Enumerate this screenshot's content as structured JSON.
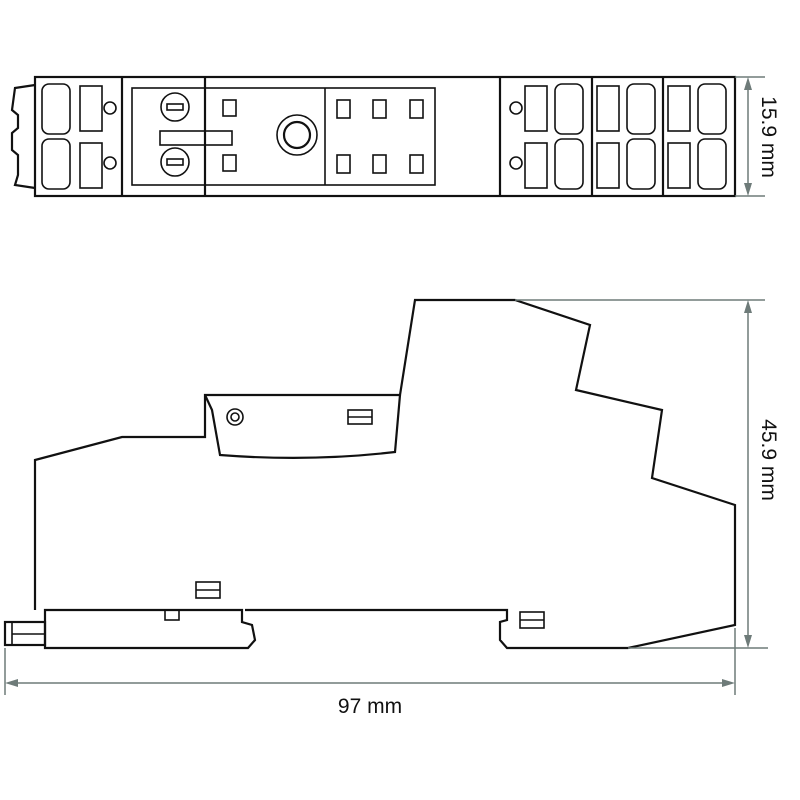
{
  "title": "Relay socket dimension drawing",
  "dimensions": {
    "width": "15.9 mm",
    "height": "45.9 mm",
    "length": "97 mm"
  },
  "colors": {
    "outline": "#111111",
    "dimension_line": "#6e7b79"
  }
}
